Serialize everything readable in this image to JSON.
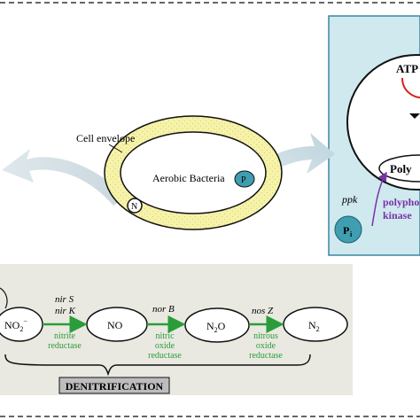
{
  "top_panel": {
    "cell_envelope_label": "Cell envelope",
    "bacteria_label": "Aerobic Bacteria",
    "n_marker": "N",
    "p_marker": "P"
  },
  "right_panel": {
    "atp_label": "ATP",
    "poly_label": "Poly",
    "ppk_label": "ppk",
    "kinase_line1": "polypho",
    "kinase_line2": "kinase",
    "pi_label": "P",
    "pi_subscript": "i"
  },
  "denitrification": {
    "nodes": [
      {
        "label": "NO",
        "sub": "2",
        "sup": "−"
      },
      {
        "label": "NO",
        "sub": "",
        "sup": ""
      },
      {
        "label": "N",
        "sub": "2",
        "tail": "O"
      },
      {
        "label": "N",
        "sub": "2",
        "tail": ""
      }
    ],
    "genes": [
      {
        "line1": "nir S",
        "line2": "nir K"
      },
      {
        "line1": "nor B",
        "line2": ""
      },
      {
        "line1": "nos Z",
        "line2": ""
      }
    ],
    "enzymes": [
      [
        "nitrite",
        "reductase"
      ],
      [
        "nitric",
        "oxide",
        "reductase"
      ],
      [
        "nitrous",
        "oxide",
        "reductase"
      ]
    ],
    "title": "DENITRIFICATION"
  },
  "colors": {
    "envelope_fill": "#f6f3a8",
    "right_panel_bg": "#cfe9ee",
    "right_panel_border": "#3c86a3",
    "marker_fill": "#3f9eb0",
    "enzyme_green": "#2a9d3a",
    "kinase_purple": "#7a32a8",
    "arrow_red": "#d82020",
    "bottom_panel_bg": "#e9e9e1",
    "title_box": "#bdbdbd"
  }
}
